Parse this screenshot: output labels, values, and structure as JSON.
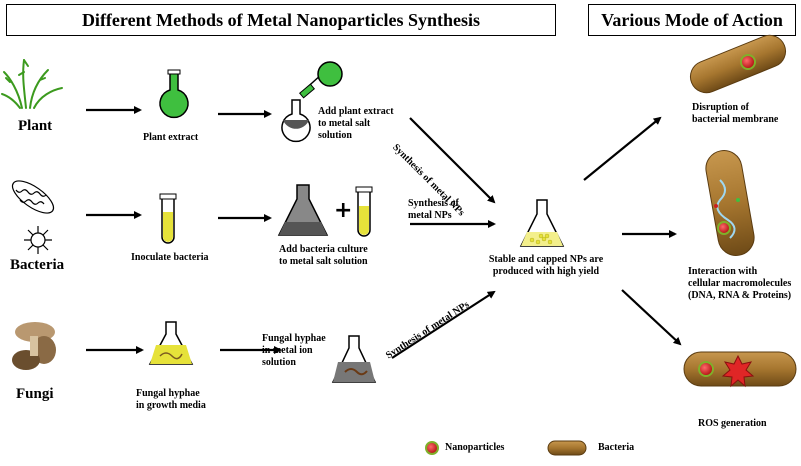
{
  "titles": {
    "left": "Different Methods of Metal Nanoparticles Synthesis",
    "right": "Various Mode of Action"
  },
  "sources": {
    "plant": "Plant",
    "bacteria": "Bacteria",
    "fungi": "Fungi"
  },
  "steps": {
    "plant_extract": "Plant extract",
    "add_plant_extract": [
      "Add plant extract",
      "to metal salt",
      "solution"
    ],
    "inoculate_bacteria": "Inoculate bacteria",
    "add_bacteria_culture": [
      "Add bacteria culture",
      "to metal salt solution"
    ],
    "fungal_growth": [
      "Fungal hyphae",
      "in growth media"
    ],
    "fungal_metal": [
      "Fungal hyphae",
      "in metal ion",
      "solution"
    ]
  },
  "arrow_labels": {
    "synthesis_top": "Synthesis of metal NPs",
    "synthesis_mid": [
      "Synthesis of",
      "metal NPs"
    ],
    "synthesis_bottom": "Synthesis of metal NPs"
  },
  "result": [
    "Stable and capped NPs are",
    "produced with high yield"
  ],
  "actions": {
    "disruption": [
      "Disruption of",
      "bacterial membrane"
    ],
    "interaction": [
      "Interaction with",
      "cellular macromolecules",
      "(DNA, RNA & Proteins)"
    ],
    "ros": "ROS generation"
  },
  "legend": {
    "nanoparticles": "Nanoparticles",
    "bacteria": "Bacteria"
  },
  "colors": {
    "green_liquid": "#3fbf3f",
    "yellow_liquid": "#e6e23a",
    "bacteria_body": "#a6762f",
    "nanoparticle": "#cc1f1f",
    "ros_star": "#e02626"
  }
}
